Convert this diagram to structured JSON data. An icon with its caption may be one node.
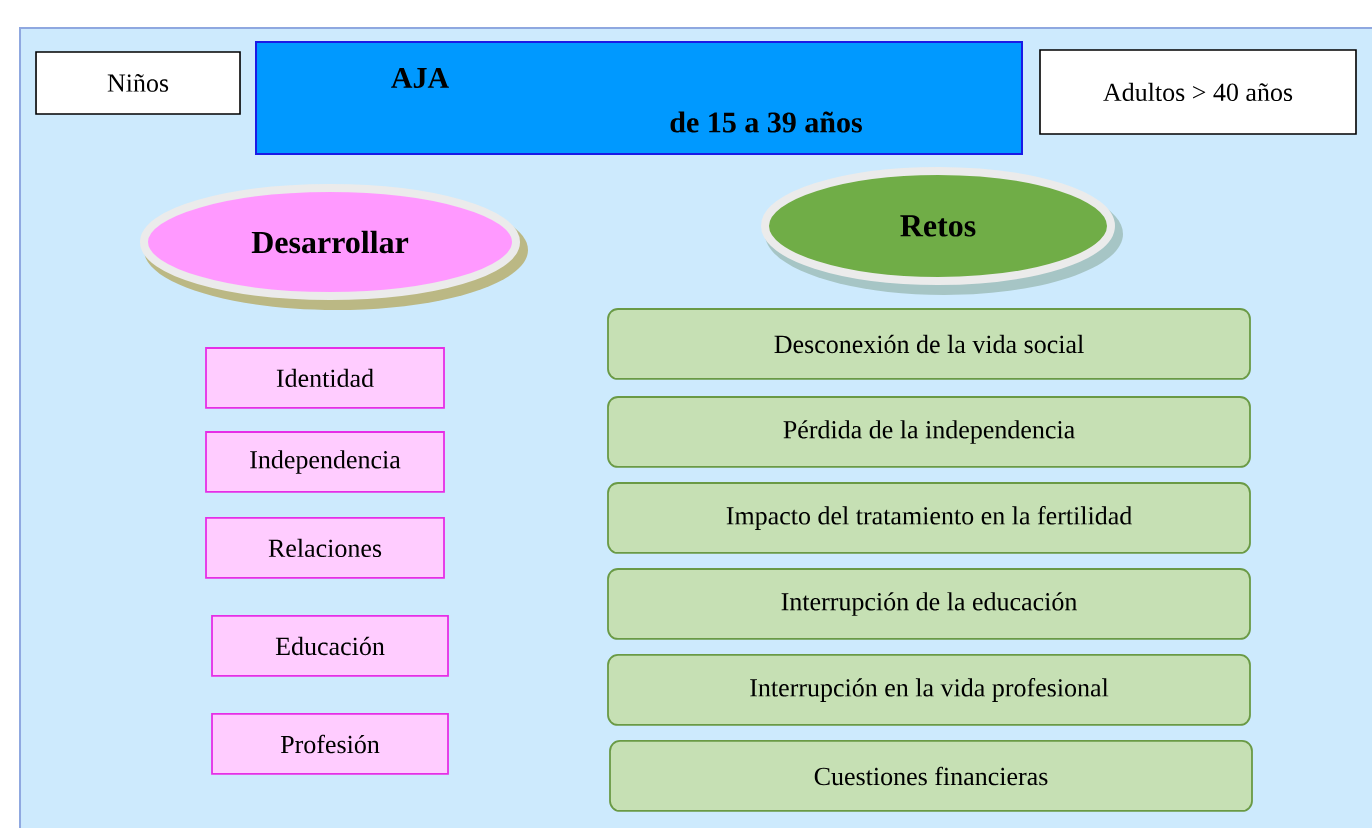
{
  "diagram": {
    "nodes": [
      {
        "text": [
          "Niños"
        ]
      },
      {
        "text": [
          "AJA",
          "de 15 a 39 años"
        ]
      },
      {
        "text": [
          "Adultos > 40 años"
        ]
      },
      {
        "text": [
          "Desarrollar"
        ]
      },
      {
        "text": [
          "Retos"
        ]
      },
      {
        "text": [
          "Identidad"
        ]
      },
      {
        "text": [
          "Independencia"
        ]
      },
      {
        "text": [
          "Relaciones"
        ]
      },
      {
        "text": [
          "Educación"
        ]
      },
      {
        "text": [
          "Profesión"
        ]
      },
      {
        "text": [
          "Desconexión de la vida social"
        ]
      },
      {
        "text": [
          "Pérdida de la independencia"
        ]
      },
      {
        "text": [
          "Impacto del tratamiento en la fertilidad"
        ]
      },
      {
        "text": [
          "Interrupción de la educación"
        ]
      },
      {
        "text": [
          "Interrupción en la vida profesional"
        ]
      },
      {
        "text": [
          "Cuestiones financieras"
        ]
      }
    ]
  }
}
